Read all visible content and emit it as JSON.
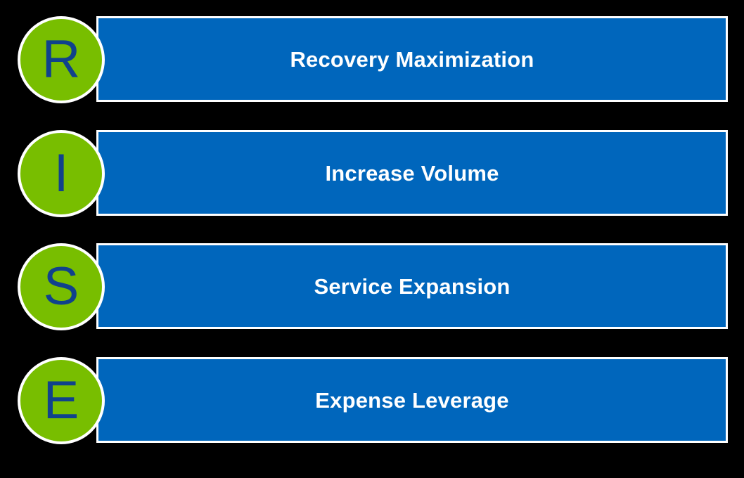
{
  "graphic": {
    "acronym": "RISE",
    "colors": {
      "background": "#000000",
      "bar_fill": "#0066BC",
      "bar_border": "#FFFFFF",
      "badge_fill": "#78BE00",
      "badge_border": "#FFFFFF",
      "badge_letter": "#10428C",
      "bar_label": "#FFFFFF"
    },
    "items": [
      {
        "letter": "R",
        "label": "Recovery Maximization"
      },
      {
        "letter": "I",
        "label": "Increase Volume"
      },
      {
        "letter": "S",
        "label": "Service Expansion"
      },
      {
        "letter": "E",
        "label": "Expense Leverage"
      }
    ]
  }
}
